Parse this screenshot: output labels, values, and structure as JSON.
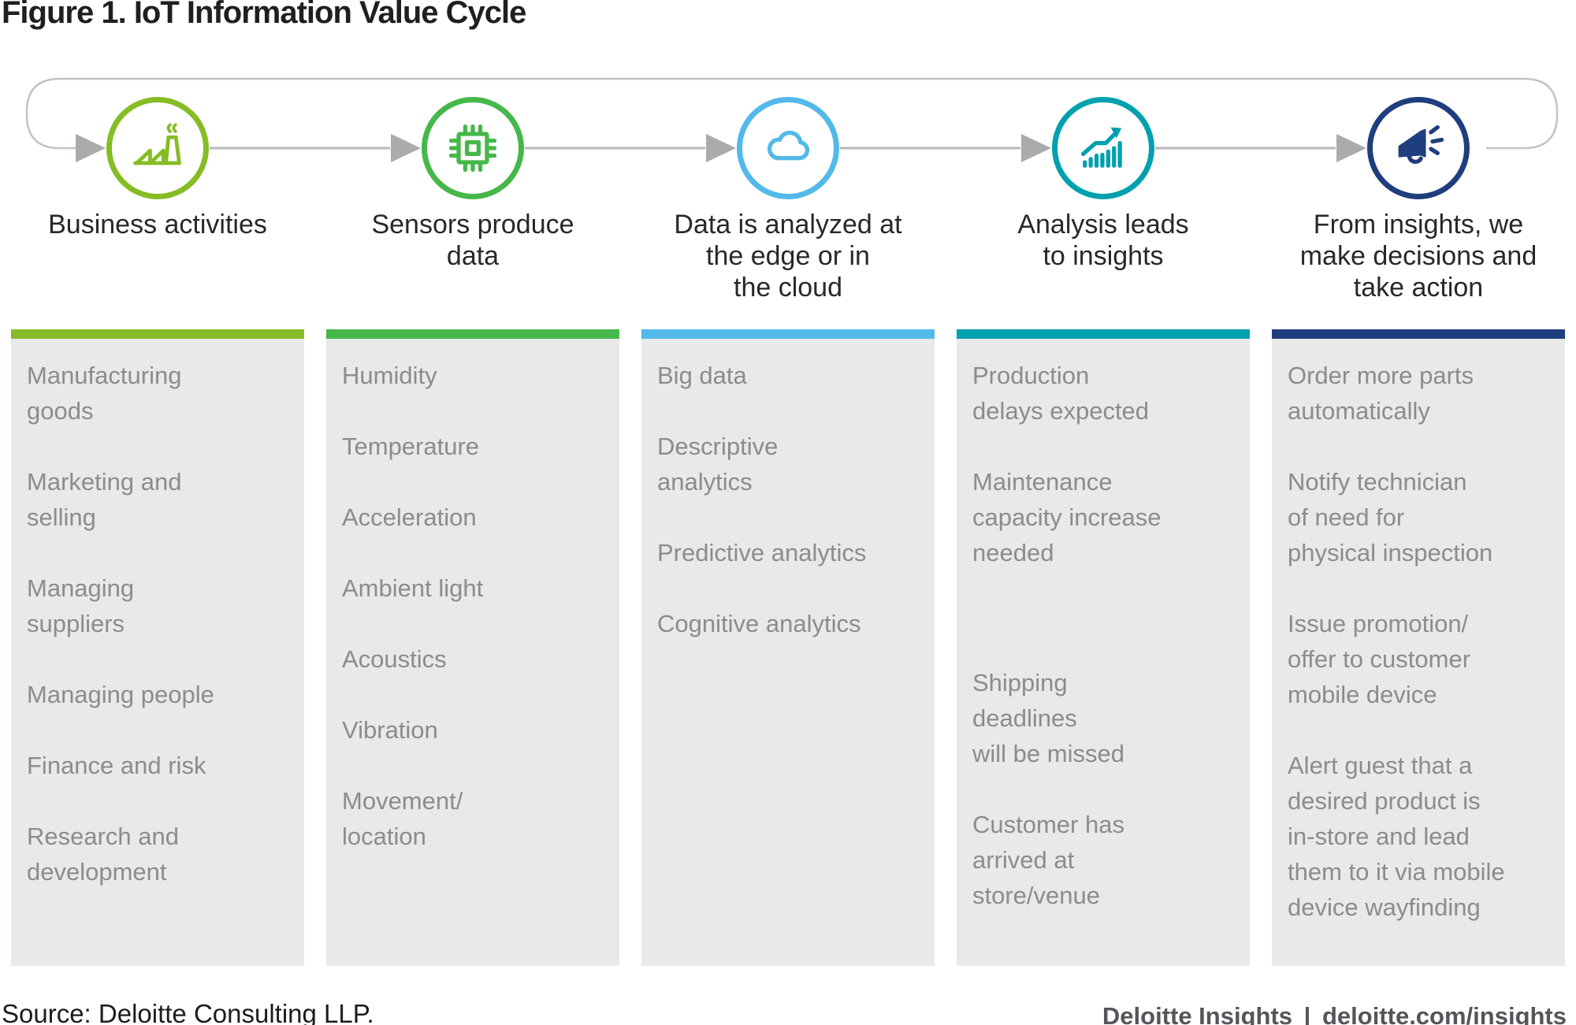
{
  "title": "Figure 1. IoT Information Value Cycle",
  "source_note": "Source: Deloitte Consulting LLP.",
  "footer": {
    "brand": "Deloitte Insights",
    "separator": "|",
    "url": "deloitte.com/insights"
  },
  "colors": {
    "connector_gray": "#aaabad",
    "panel_bg": "#e8e9e9",
    "list_text": "#8a8c8d",
    "heading_text": "#27282a",
    "footer_text": "#53565a",
    "stage_green_light": "#86BC25",
    "stage_green": "#46B749",
    "stage_blue": "#52B9E9",
    "stage_teal": "#00A0AF",
    "stage_navy": "#1F3E7E"
  },
  "stages": [
    {
      "icon": "factory-icon",
      "color": "#86BC25",
      "heading": "Business activities",
      "items": [
        "Manufacturing\ngoods",
        "Marketing and\nselling",
        "Managing\nsuppliers",
        "Managing people",
        "Finance and risk",
        "Research and\ndevelopment"
      ]
    },
    {
      "icon": "chip-icon",
      "color": "#46B749",
      "heading": "Sensors produce\ndata",
      "items": [
        "Humidity",
        "Temperature",
        "Acceleration",
        "Ambient light",
        "Acoustics",
        "Vibration",
        "Movement/\nlocation"
      ]
    },
    {
      "icon": "cloud-icon",
      "color": "#52B9E9",
      "heading": "Data is analyzed at\nthe edge or in\nthe cloud",
      "items": [
        "Big data",
        "Descriptive\nanalytics",
        "Predictive analytics",
        "Cognitive analytics"
      ]
    },
    {
      "icon": "bar-chart-icon",
      "color": "#00A0AF",
      "heading": "Analysis leads\nto insights",
      "items": [
        "Production\ndelays expected",
        "Maintenance\ncapacity increase\nneeded",
        "Shipping\ndeadlines\nwill be missed",
        "Customer has\narrived at\nstore/venue"
      ],
      "large_gap_before": 2
    },
    {
      "icon": "megaphone-icon",
      "color": "#1F3E7E",
      "heading": "From insights, we\nmake decisions and\ntake action",
      "items": [
        "Order more parts\nautomatically",
        "Notify technician\nof need for\nphysical inspection",
        "Issue promotion/\noffer to customer\nmobile device",
        "Alert guest that a\ndesired product is\nin-store and lead\nthem to it via mobile\ndevice wayfinding"
      ]
    }
  ]
}
